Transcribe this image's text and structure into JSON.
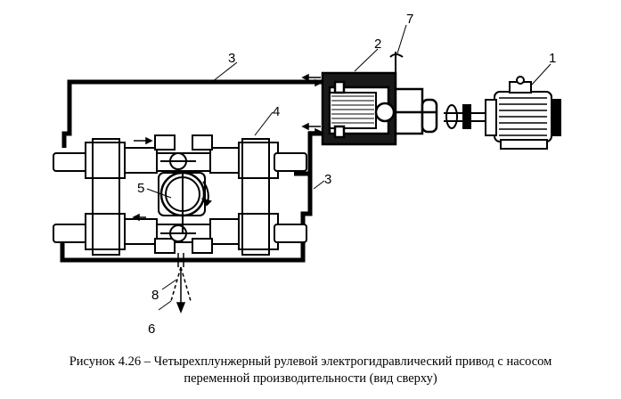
{
  "figure": {
    "callouts": {
      "n1": "1",
      "n2": "2",
      "n3a": "3",
      "n3b": "3",
      "n4": "4",
      "n5": "5",
      "n6": "6",
      "n7": "7",
      "n8": "8"
    },
    "caption": {
      "line1": "Рисунок 4.26 – Четырехплунжерный рулевой электрогидравлический привод с насосом",
      "line2": "переменной производительности (вид сверху)"
    }
  }
}
